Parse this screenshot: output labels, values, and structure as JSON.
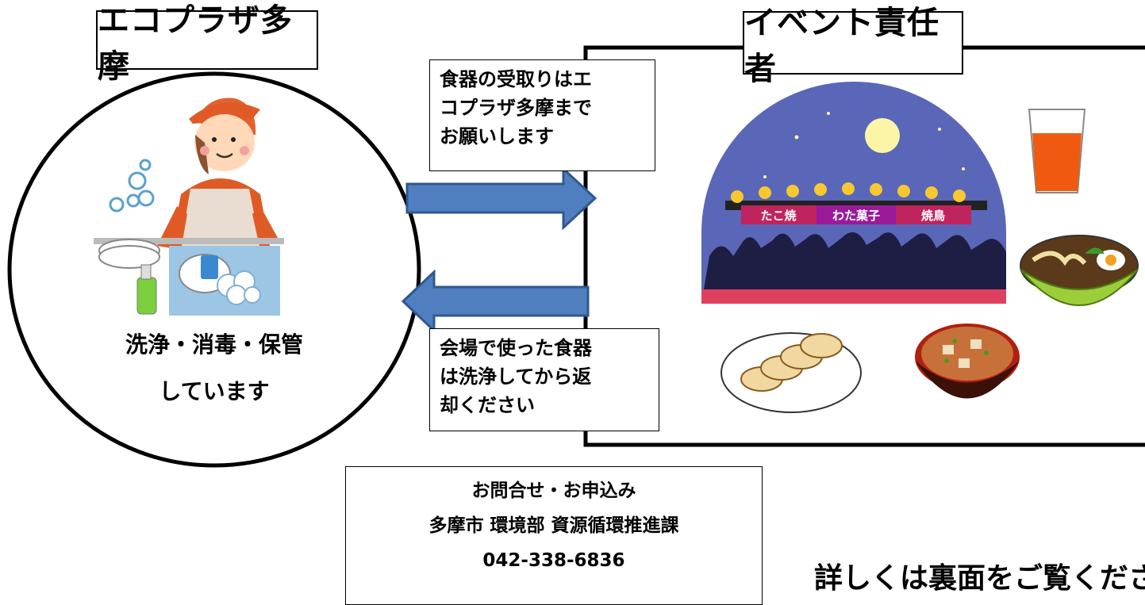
{
  "left": {
    "title": "エコプラザ多摩",
    "caption_line1": "洗浄・消毒・保管",
    "caption_line2": "しています"
  },
  "right": {
    "title": "イベント責任者"
  },
  "notes": {
    "top": [
      "食器の受取りはエ",
      "コプラザ多摩まで",
      "お願いします"
    ],
    "bottom": [
      "会場で使った食器",
      "は洗浄してから返",
      "却ください"
    ]
  },
  "festival_signs": [
    "たこ焼",
    "わた菓子",
    "焼鳥"
  ],
  "contact": {
    "line1": "お問合せ・お申込み",
    "line2": "多摩市 環境部 資源循環推進課",
    "phone": "042-338-6836"
  },
  "footer": "詳しくは裏面をご覧ください",
  "colors": {
    "arrow_fill": "#4f7fbf",
    "arrow_stroke": "#2f5890",
    "night_sky": "#5a66b8",
    "drink": "#f05a10"
  }
}
